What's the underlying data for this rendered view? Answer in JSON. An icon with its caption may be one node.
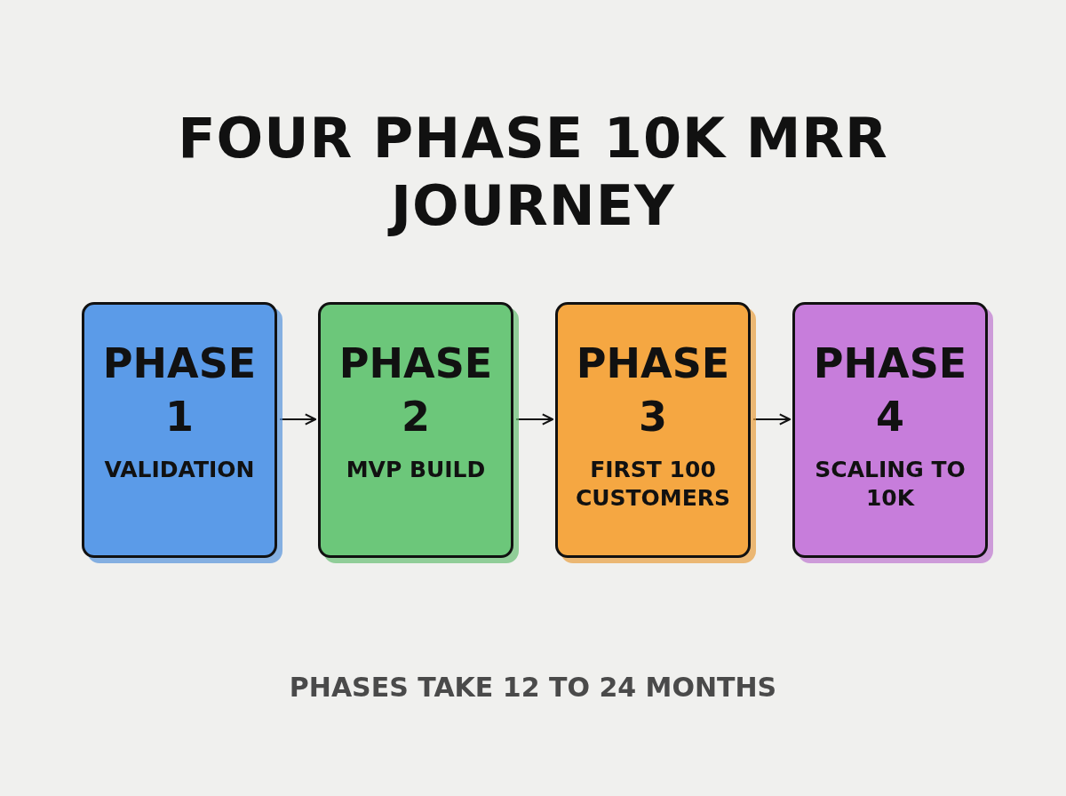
{
  "diagram": {
    "title": "FOUR PHASE 10K MRR JOURNEY",
    "caption": "PHASES TAKE 12 TO 24 MONTHS",
    "nodes": [
      {
        "text": [
          "PHASE 1",
          "VALIDATION"
        ]
      },
      {
        "text": [
          "PHASE 2",
          "MVP BUILD"
        ]
      },
      {
        "text": [
          "PHASE 3",
          "FIRST 100 CUSTOMERS"
        ]
      },
      {
        "text": [
          "PHASE 4",
          "SCALING TO 10K"
        ]
      }
    ],
    "edges": [
      {
        "from": 0,
        "to": 1,
        "arrow": "to"
      },
      {
        "from": 1,
        "to": 2,
        "arrow": "to"
      },
      {
        "from": 2,
        "to": 3,
        "arrow": "to"
      }
    ]
  }
}
